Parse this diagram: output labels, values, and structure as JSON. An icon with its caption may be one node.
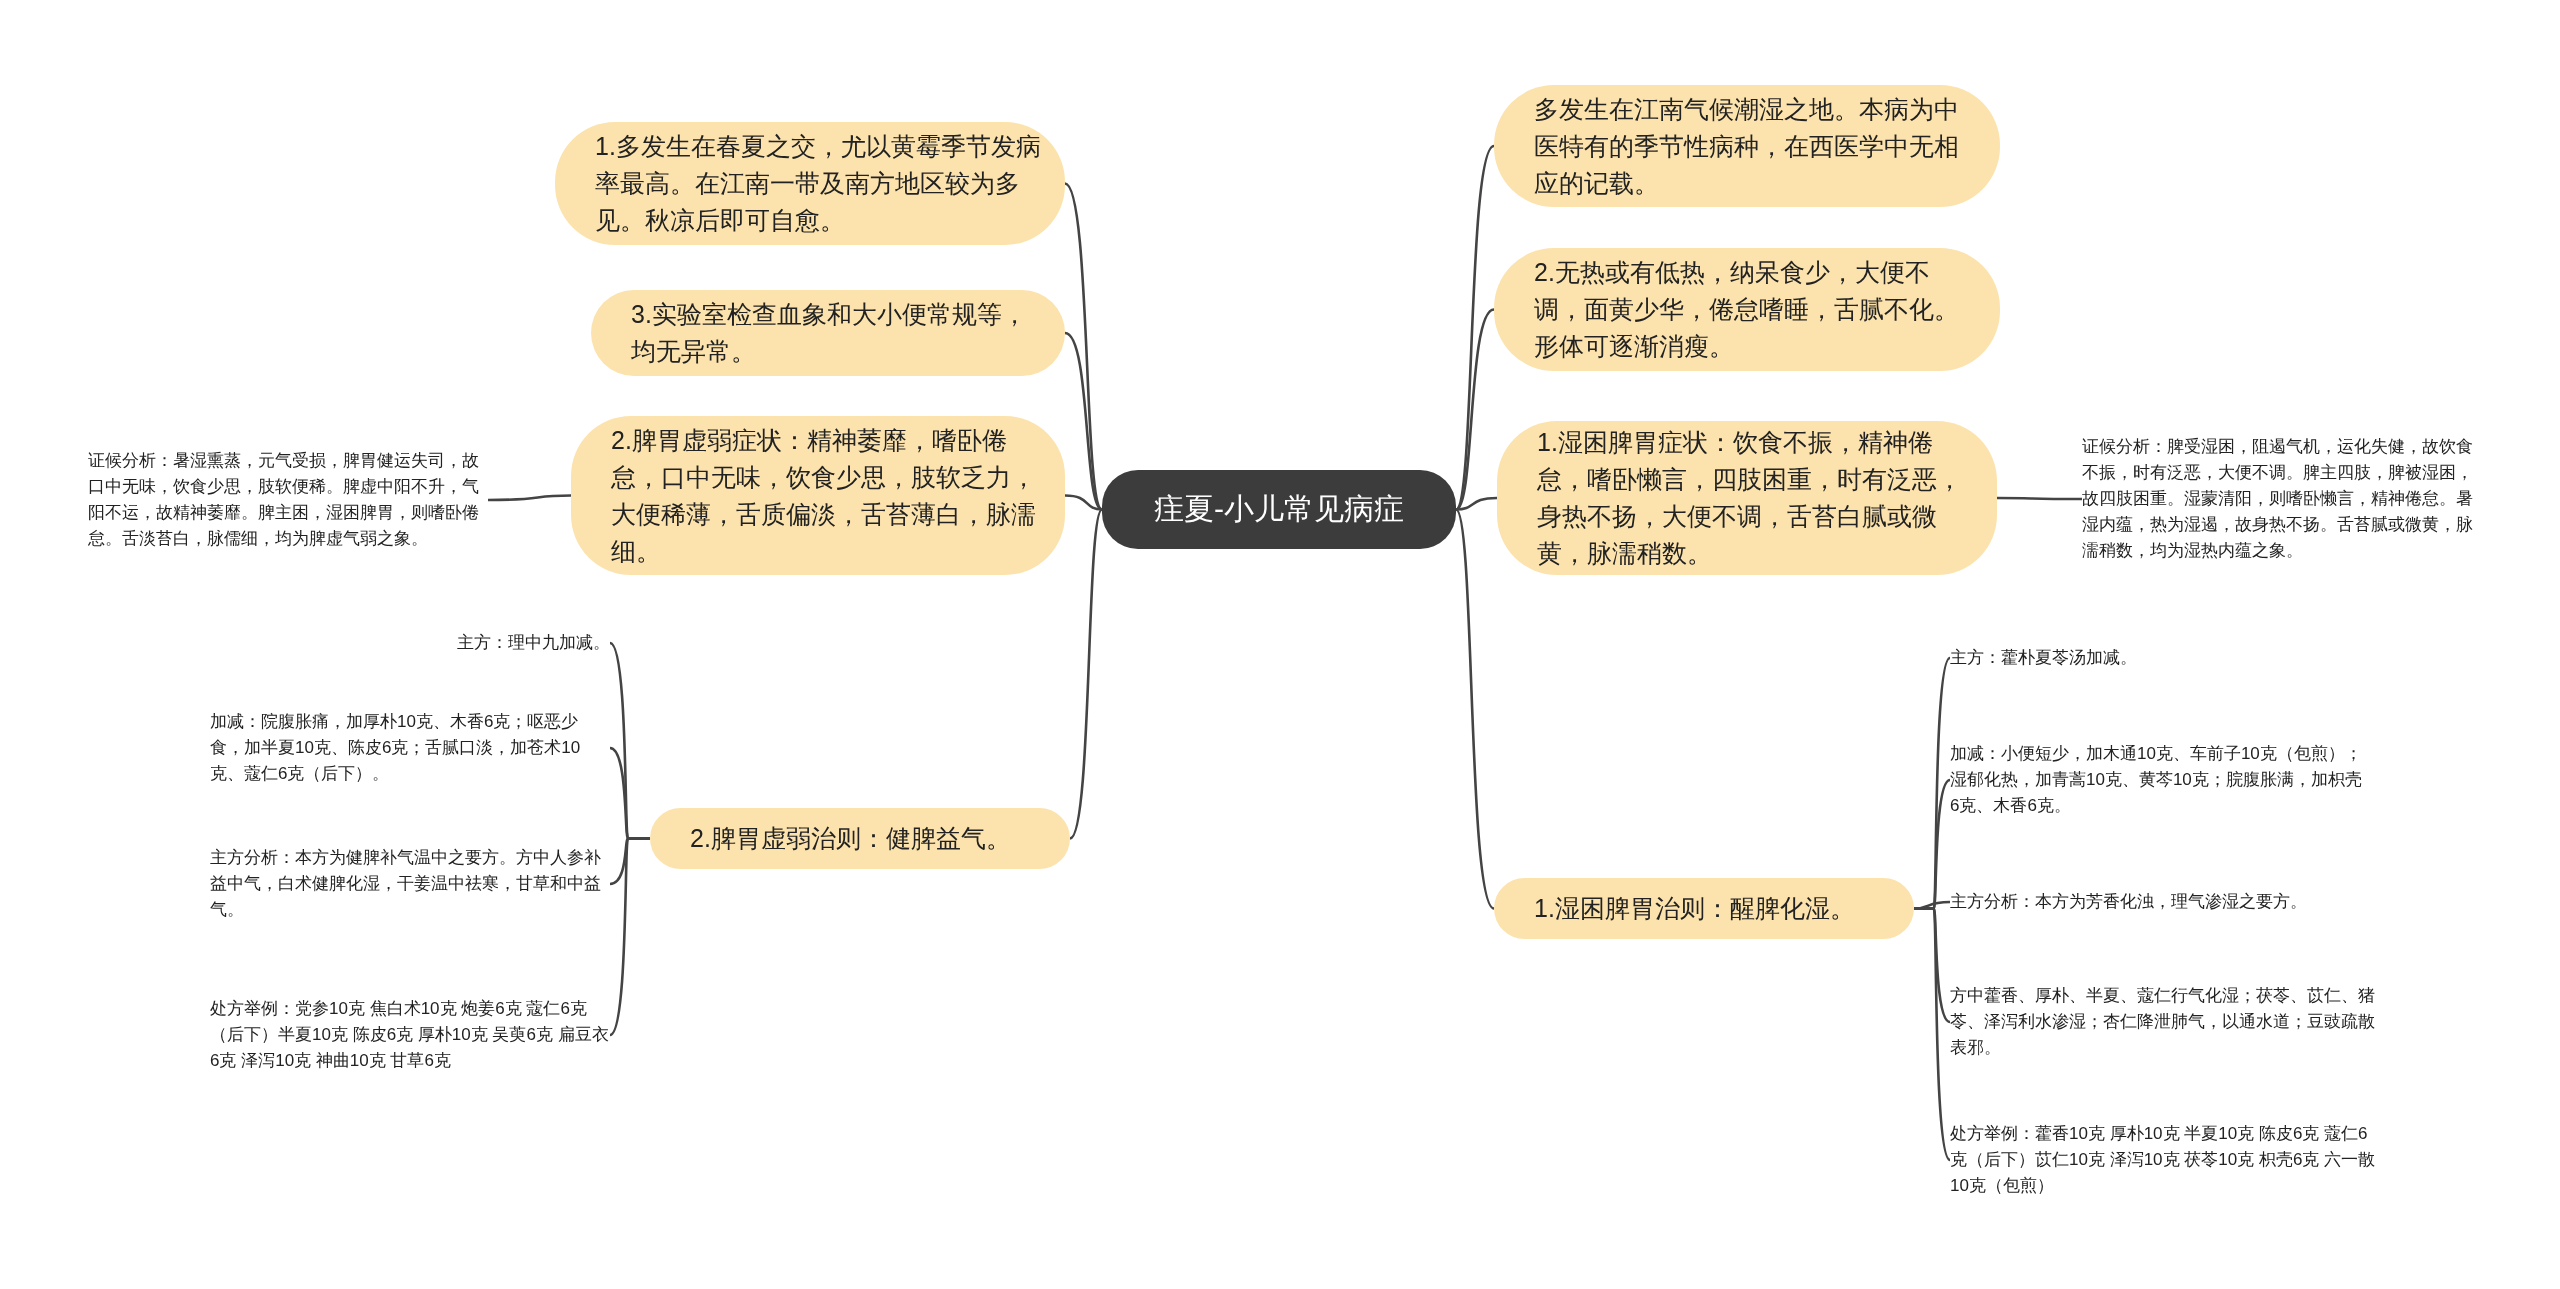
{
  "diagram": {
    "nodes": [
      {
        "text": [
          "疰夏-小儿常见病症"
        ]
      },
      {
        "text": [
          "多发生在江南气候潮湿之地。本病为中医特有的季节性病种，在西医学中无相应的记载。"
        ]
      },
      {
        "text": [
          "2.无热或有低热，纳呆食少，大便不调，面黄少华，倦怠嗜睡，舌腻不化。形体可逐渐消瘦。"
        ]
      },
      {
        "text": [
          "1.湿困脾胃症状：饮食不振，精神倦怠，嗜卧懒言，四肢困重，时有泛恶，身热不扬，大便不调，舌苔白腻或微黄，脉濡稍数。"
        ]
      },
      {
        "text": [
          "证候分析：脾受湿困，阻遏气机，运化失健，故饮食不振，时有泛恶，大便不调。脾主四肢，脾被湿困，故四肢困重。湿蒙清阳，则嗜卧懒言，精神倦怠。暑湿内蕴，热为湿遏，故身热不扬。舌苔腻或微黄，脉濡稍数，均为湿热内蕴之象。"
        ]
      },
      {
        "text": [
          "1.湿困脾胃治则：醒脾化湿。"
        ]
      },
      {
        "text": [
          "主方：藿朴夏苓汤加减。"
        ]
      },
      {
        "text": [
          "加减：小便短少，加木通10克、车前子10克（包煎）；湿郁化热，加青蒿10克、黄芩10克；脘腹胀满，加枳壳6克、木香6克。"
        ]
      },
      {
        "text": [
          "主方分析：本方为芳香化浊，理气渗湿之要方。"
        ]
      },
      {
        "text": [
          "方中藿香、厚朴、半夏、蔻仁行气化湿；茯苓、苡仁、猪苓、泽泻利水渗湿；杏仁降泄肺气，以通水道；豆豉疏散表邪。"
        ]
      },
      {
        "text": [
          "处方举例：藿香10克 厚朴10克 半夏10克 陈皮6克 蔻仁6克（后下）苡仁10克 泽泻10克 茯苓10克 枳壳6克 六一散10克（包煎）"
        ]
      },
      {
        "text": [
          "1.多发生在春夏之交，尤以黄霉季节发病率最高。在江南一带及南方地区较为多见。秋凉后即可自愈。"
        ]
      },
      {
        "text": [
          "3.实验室检查血象和大小便常规等，均无异常。"
        ]
      },
      {
        "text": [
          "2.脾胃虚弱症状：精神萎靡，嗜卧倦怠，口中无味，饮食少思，肢软乏力，大便稀薄，舌质偏淡，舌苔薄白，脉濡细。"
        ]
      },
      {
        "text": [
          "证候分析：暑湿熏蒸，元气受损，脾胃健运失司，故口中无味，饮食少思，肢软便稀。脾虚中阳不升，气阳不运，故精神萎靡。脾主困，湿困脾胃，则嗜卧倦怠。舌淡苔白，脉儒细，均为脾虚气弱之象。"
        ]
      },
      {
        "text": [
          "2.脾胃虚弱治则：健脾益气。"
        ]
      },
      {
        "text": [
          "主方：理中九加减。"
        ]
      },
      {
        "text": [
          "加减：院腹胀痛，加厚朴10克、木香6克；呕恶少食，加半夏10克、陈皮6克；舌腻口淡，加苍术10克、蔻仁6克（后下）。"
        ]
      },
      {
        "text": [
          "主方分析：本方为健脾补气温中之要方。方中人参补益中气，白术健脾化湿，干姜温中祛寒，甘草和中益气。"
        ]
      },
      {
        "text": [
          "处方举例：党参10克 焦白术10克 炮姜6克 蔻仁6克（后下）半夏10克 陈皮6克 厚朴10克 吴萸6克 扁豆衣6克 泽泻10克 神曲10克 甘草6克"
        ]
      }
    ],
    "edges": [
      {
        "from": 0,
        "to": 1,
        "arrow": "none"
      },
      {
        "from": 0,
        "to": 2,
        "arrow": "none"
      },
      {
        "from": 0,
        "to": 3,
        "arrow": "none"
      },
      {
        "from": 3,
        "to": 4,
        "arrow": "none"
      },
      {
        "from": 0,
        "to": 5,
        "arrow": "none"
      },
      {
        "from": 5,
        "to": 6,
        "arrow": "none"
      },
      {
        "from": 5,
        "to": 7,
        "arrow": "none"
      },
      {
        "from": 5,
        "to": 8,
        "arrow": "none"
      },
      {
        "from": 5,
        "to": 9,
        "arrow": "none"
      },
      {
        "from": 5,
        "to": 10,
        "arrow": "none"
      },
      {
        "from": 0,
        "to": 11,
        "arrow": "none"
      },
      {
        "from": 0,
        "to": 12,
        "arrow": "none"
      },
      {
        "from": 0,
        "to": 13,
        "arrow": "none"
      },
      {
        "from": 13,
        "to": 14,
        "arrow": "none"
      },
      {
        "from": 0,
        "to": 15,
        "arrow": "none"
      },
      {
        "from": 15,
        "to": 16,
        "arrow": "none"
      },
      {
        "from": 15,
        "to": 17,
        "arrow": "none"
      },
      {
        "from": 15,
        "to": 18,
        "arrow": "none"
      },
      {
        "from": 15,
        "to": 19,
        "arrow": "none"
      }
    ]
  }
}
